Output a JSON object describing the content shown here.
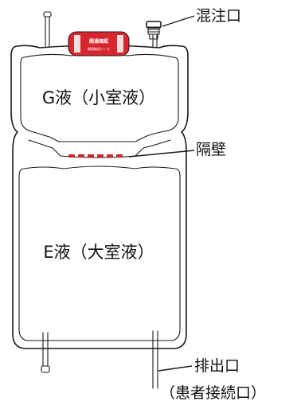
{
  "labels": {
    "upper_chamber": "G液（小室液）",
    "lower_chamber": "E液（大室液）",
    "mixing_port": "混注口",
    "partition": "隔壁",
    "drain_port": "排出口",
    "patient_connection": "（患者接続口）"
  },
  "tag": {
    "main_text": "開通確認",
    "sub_text": "開通確認シール",
    "color": "#d8262f"
  },
  "colors": {
    "partition_seal": "#c62828",
    "outline": "#1a1a1a"
  }
}
